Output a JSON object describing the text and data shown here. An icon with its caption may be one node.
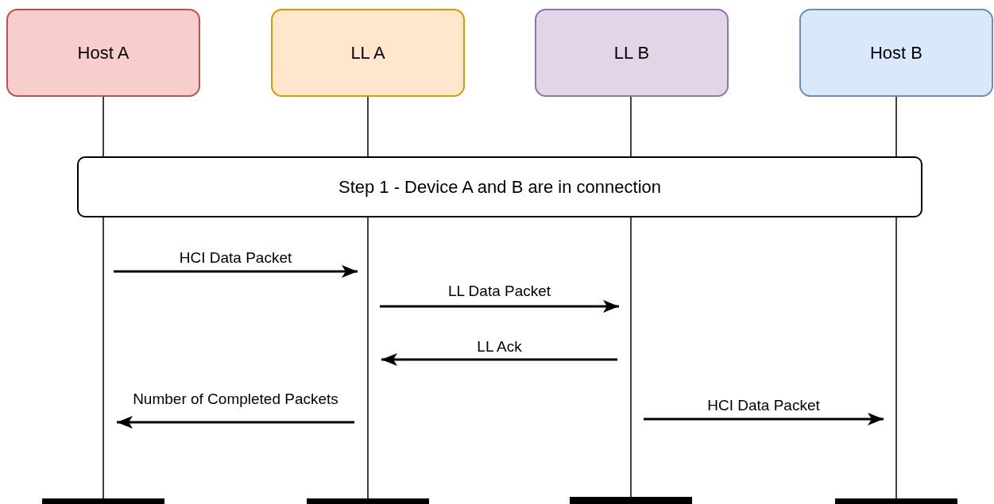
{
  "diagram": {
    "nodes": [
      {
        "text": [
          "Host A"
        ]
      },
      {
        "text": [
          "LL A"
        ]
      },
      {
        "text": [
          "LL B"
        ]
      },
      {
        "text": [
          "Host B"
        ]
      },
      {
        "text": [
          "Step 1 - Device A and B are in connection"
        ]
      },
      {
        "text": [],
        "shape": "line"
      },
      {
        "text": [],
        "shape": "line"
      },
      {
        "text": [],
        "shape": "line"
      },
      {
        "text": [],
        "shape": "line"
      }
    ],
    "edges": [
      {
        "from": 5,
        "to": 6,
        "arrow": "to",
        "label": "HCI Data Packet"
      },
      {
        "from": 6,
        "to": 7,
        "arrow": "to",
        "label": "LL Data Packet"
      },
      {
        "from": 7,
        "to": 6,
        "arrow": "to",
        "label": "LL Ack"
      },
      {
        "from": 6,
        "to": 5,
        "arrow": "to",
        "label": "Number of Completed Packets"
      },
      {
        "from": 7,
        "to": 8,
        "arrow": "to",
        "label": "HCI Data Packet"
      }
    ]
  }
}
